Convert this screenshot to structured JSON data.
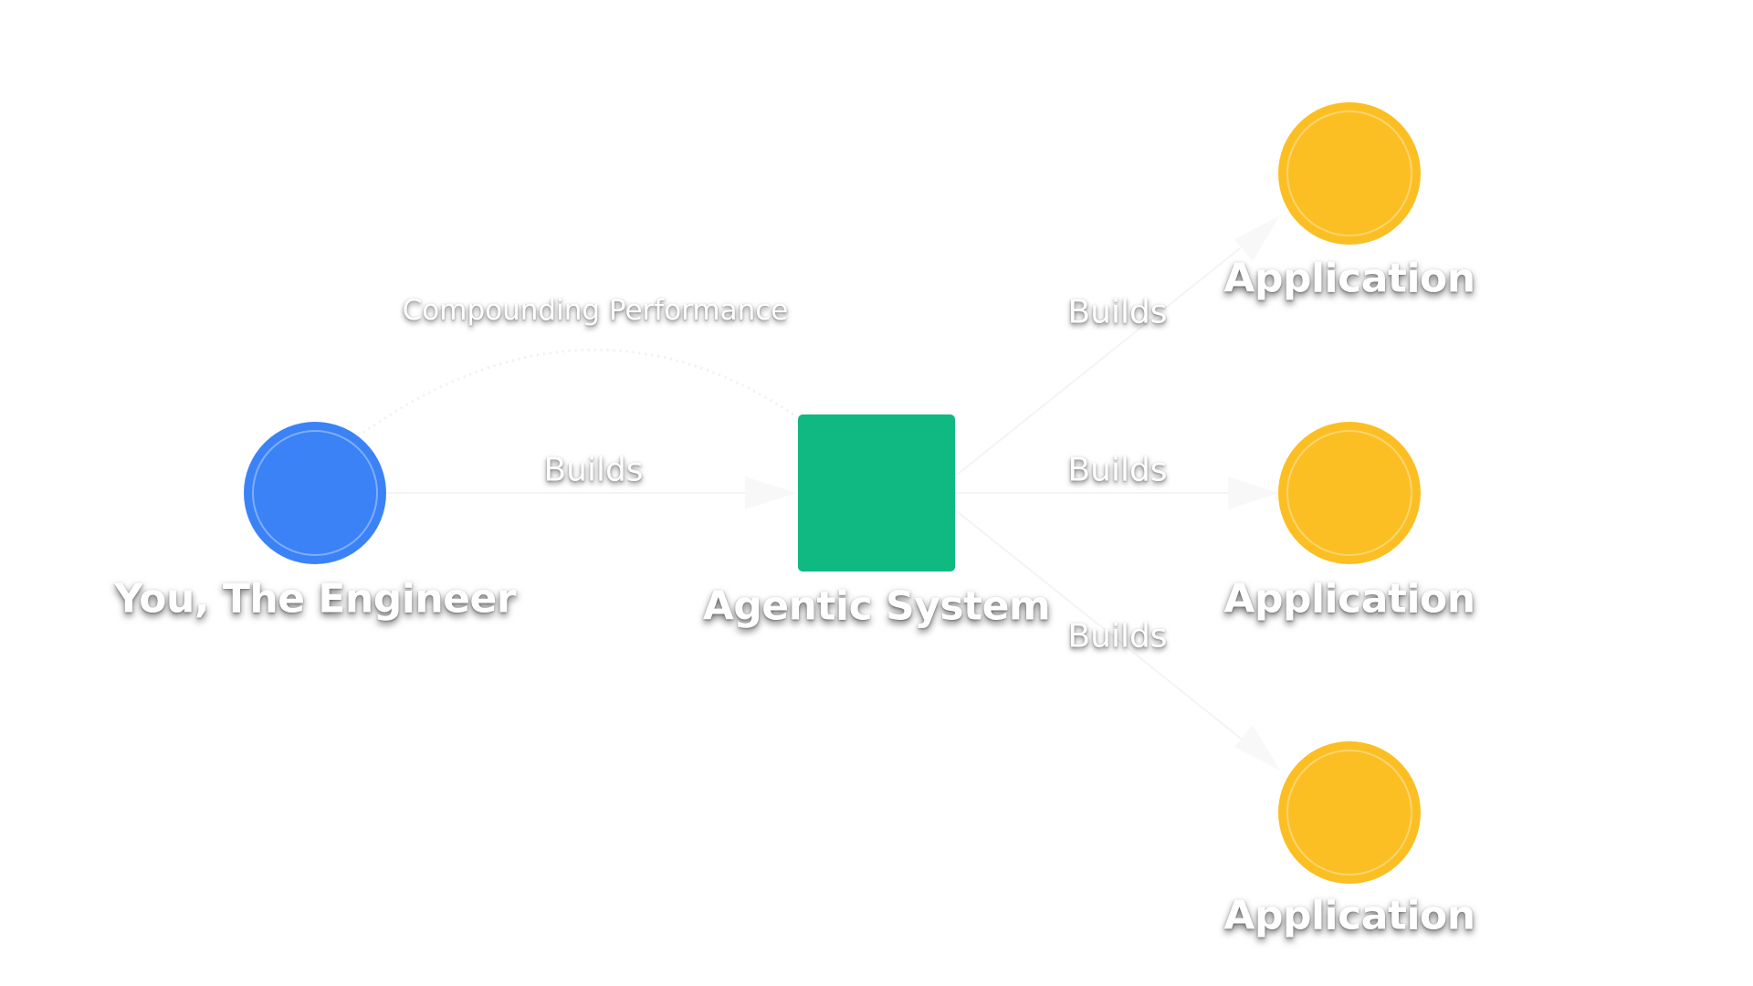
{
  "diagram": {
    "nodes": [
      {
        "id": "engineer",
        "label": "You, The Engineer",
        "shape": "circle",
        "color": "#3b82f6"
      },
      {
        "id": "agentic",
        "label": "Agentic System",
        "shape": "square",
        "color": "#10b981"
      },
      {
        "id": "app1",
        "label": "Application",
        "shape": "circle",
        "color": "#fbbf24"
      },
      {
        "id": "app2",
        "label": "Application",
        "shape": "circle",
        "color": "#fbbf24"
      },
      {
        "id": "app3",
        "label": "Application",
        "shape": "circle",
        "color": "#fbbf24"
      }
    ],
    "edges": [
      {
        "from": "engineer",
        "to": "agentic",
        "label": "Builds",
        "style": "solid"
      },
      {
        "from": "agentic",
        "to": "app1",
        "label": "Builds",
        "style": "solid"
      },
      {
        "from": "agentic",
        "to": "app2",
        "label": "Builds",
        "style": "solid"
      },
      {
        "from": "agentic",
        "to": "app3",
        "label": "Builds",
        "style": "solid"
      },
      {
        "from": "agentic",
        "to": "engineer",
        "label": "Compounding Performance",
        "style": "dotted"
      }
    ]
  }
}
